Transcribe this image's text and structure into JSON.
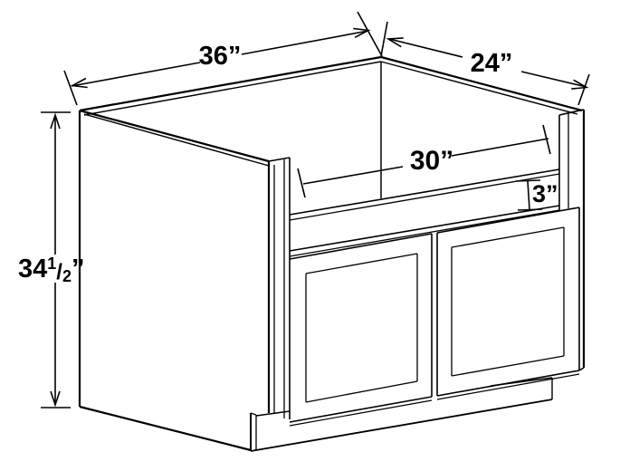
{
  "meta": {
    "background_color": "#ffffff",
    "line_color": "#000000",
    "drawing_type": "technical line drawing",
    "subject": "farmhouse apron-front sink base cabinet, 3/4 perspective view, open top sink cutout, apron rail, two shaker doors, recessed toe kick"
  },
  "dimensions": {
    "width_label": "36”",
    "depth_label": "24”",
    "opening_label": "30”",
    "apron_label": "3”",
    "height": {
      "main": "34",
      "frac_num": "1",
      "frac_slash": "/",
      "frac_den": "2",
      "unit": "”"
    }
  }
}
